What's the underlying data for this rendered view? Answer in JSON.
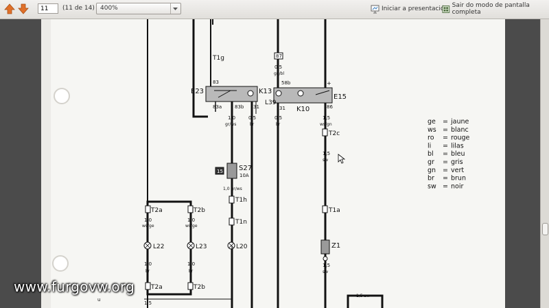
{
  "toolbar": {
    "prev_icon": "arrow-up-icon",
    "next_icon": "arrow-down-icon",
    "page_value": "11",
    "page_count": "(11 de 14)",
    "zoom": "400%",
    "presentation_label": "Iniciar a presentación",
    "fullscreen_label": "Sair do modo de pantalla completa"
  },
  "colors": {
    "nav_arrow": "#e0702a",
    "toolbar_bg": "#e9e7e3",
    "viewer_bg": "#4b4b4b"
  },
  "diagram": {
    "T1g": "T1g",
    "n83": "83",
    "n83a": "83a",
    "n83b": "83b",
    "n31a": "31",
    "E23": "E23",
    "K13": "K13",
    "L39": "L39",
    "w1": "1,0",
    "w1c": "gr/ws",
    "w2": "0,5",
    "w2c": "br",
    "S27": "S27",
    "S27a": "10A",
    "fuse15": "15",
    "w3": "1,0 gr/ws",
    "T1h": "T1h",
    "T1n": "T1n",
    "L20": "L20",
    "T2a": "T2a",
    "T2b": "T2b",
    "w4": "1,0",
    "w4c": "ws/ge",
    "w5": "1,0",
    "w5c": "ws/ge",
    "L22": "L22",
    "L23": "L23",
    "w6": "1,0",
    "w6c": "br",
    "w7": "1,0",
    "w7c": "br",
    "T2a2": "T2a",
    "T2b2": "T2b",
    "w8": "1,5",
    "box87": "87",
    "w9": "0,5",
    "w9c": "gn/bl",
    "n58b": "58b",
    "n31b": "31",
    "n86": "86",
    "plus": "+",
    "K10": "K10",
    "E15": "E15",
    "w10": "0,5",
    "w10c": "br",
    "w11": "1,5",
    "w11c": "ws/gn",
    "T2c": "T2c",
    "w12": "1,5",
    "w12c": "sw",
    "T1a": "T1a",
    "Z1": "Z1",
    "w13": "1,5",
    "w13c": "sw",
    "w14": "1,5 sw",
    "u": "u",
    "legend": [
      {
        "code": "ge",
        "eq": "=",
        "name": "jaune"
      },
      {
        "code": "ws",
        "eq": "=",
        "name": "blanc"
      },
      {
        "code": "ro",
        "eq": "=",
        "name": "rouge"
      },
      {
        "code": "li",
        "eq": "=",
        "name": "lilas"
      },
      {
        "code": "bl",
        "eq": "=",
        "name": "bleu"
      },
      {
        "code": "gr",
        "eq": "=",
        "name": "gris"
      },
      {
        "code": "gn",
        "eq": "=",
        "name": "vert"
      },
      {
        "code": "br",
        "eq": "=",
        "name": "brun"
      },
      {
        "code": "sw",
        "eq": "=",
        "name": "noir"
      }
    ]
  },
  "watermark": "www.furgovw.org"
}
